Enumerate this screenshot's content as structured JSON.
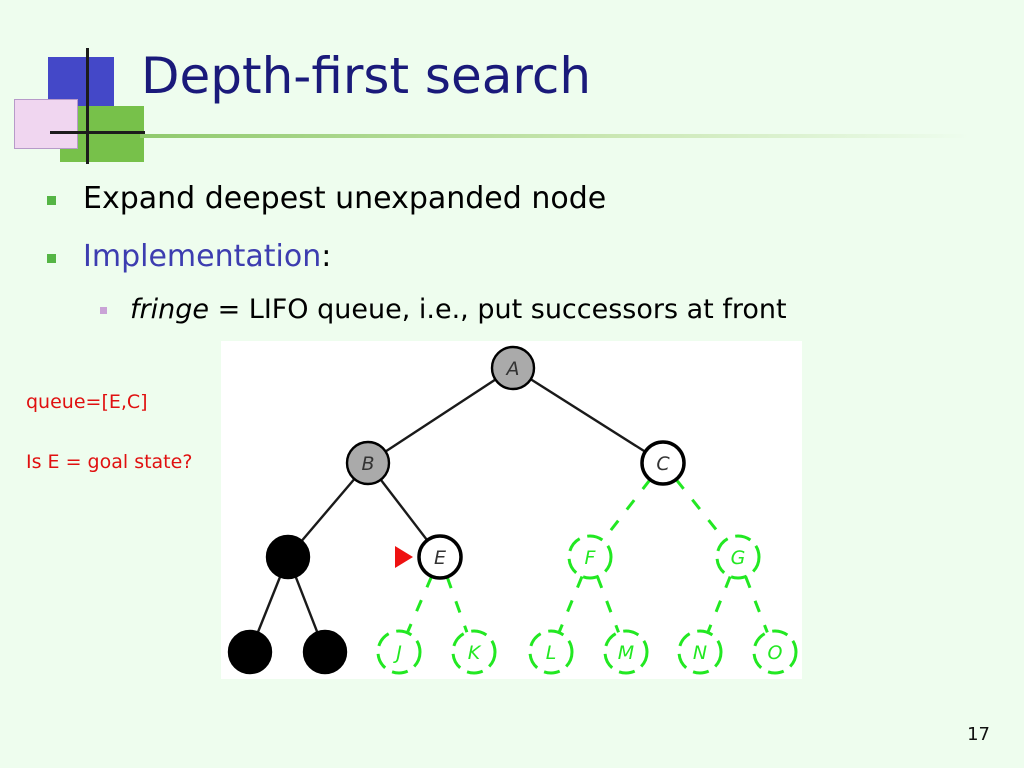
{
  "slide": {
    "title": "Depth-first search",
    "bullets": [
      {
        "text": "Expand deepest unexpanded node"
      },
      {
        "text": "Implementation",
        "suffix": ":"
      }
    ],
    "sub_bullet": {
      "italic": "fringe",
      "text": " = LIFO queue, i.e., put successors at front"
    },
    "notes": {
      "queue": "queue=[E,C]",
      "goal": "Is E = goal state?"
    },
    "page_number": "17"
  },
  "colors": {
    "title": "#1a1a7a",
    "expanded_node": "#aaaaaa",
    "current_node": "#ffffff",
    "dead_node": "#000000",
    "unexplored": "#22e822",
    "pointer": "#ee1111",
    "annotation": "#e01010"
  },
  "tree": {
    "nodes": [
      {
        "id": "A",
        "label": "A",
        "state": "expanded"
      },
      {
        "id": "B",
        "label": "B",
        "state": "expanded"
      },
      {
        "id": "C",
        "label": "C",
        "state": "fringe"
      },
      {
        "id": "D",
        "label": "",
        "state": "dead"
      },
      {
        "id": "E",
        "label": "E",
        "state": "current"
      },
      {
        "id": "F",
        "label": "F",
        "state": "unexplored"
      },
      {
        "id": "G",
        "label": "G",
        "state": "unexplored"
      },
      {
        "id": "H",
        "label": "",
        "state": "dead"
      },
      {
        "id": "I",
        "label": "",
        "state": "dead"
      },
      {
        "id": "J",
        "label": "J",
        "state": "unexplored"
      },
      {
        "id": "K",
        "label": "K",
        "state": "unexplored"
      },
      {
        "id": "L",
        "label": "L",
        "state": "unexplored"
      },
      {
        "id": "M",
        "label": "M",
        "state": "unexplored"
      },
      {
        "id": "N",
        "label": "N",
        "state": "unexplored"
      },
      {
        "id": "O",
        "label": "O",
        "state": "unexplored"
      }
    ],
    "edges": [
      {
        "from": "A",
        "to": "B",
        "style": "solid"
      },
      {
        "from": "A",
        "to": "C",
        "style": "solid"
      },
      {
        "from": "B",
        "to": "D",
        "style": "solid"
      },
      {
        "from": "B",
        "to": "E",
        "style": "solid"
      },
      {
        "from": "C",
        "to": "F",
        "style": "dashed"
      },
      {
        "from": "C",
        "to": "G",
        "style": "dashed"
      },
      {
        "from": "D",
        "to": "H",
        "style": "solid"
      },
      {
        "from": "D",
        "to": "I",
        "style": "solid"
      },
      {
        "from": "E",
        "to": "J",
        "style": "dashed"
      },
      {
        "from": "E",
        "to": "K",
        "style": "dashed"
      },
      {
        "from": "F",
        "to": "L",
        "style": "dashed"
      },
      {
        "from": "F",
        "to": "M",
        "style": "dashed"
      },
      {
        "from": "G",
        "to": "N",
        "style": "dashed"
      },
      {
        "from": "G",
        "to": "O",
        "style": "dashed"
      }
    ],
    "pointer_at": "E"
  }
}
